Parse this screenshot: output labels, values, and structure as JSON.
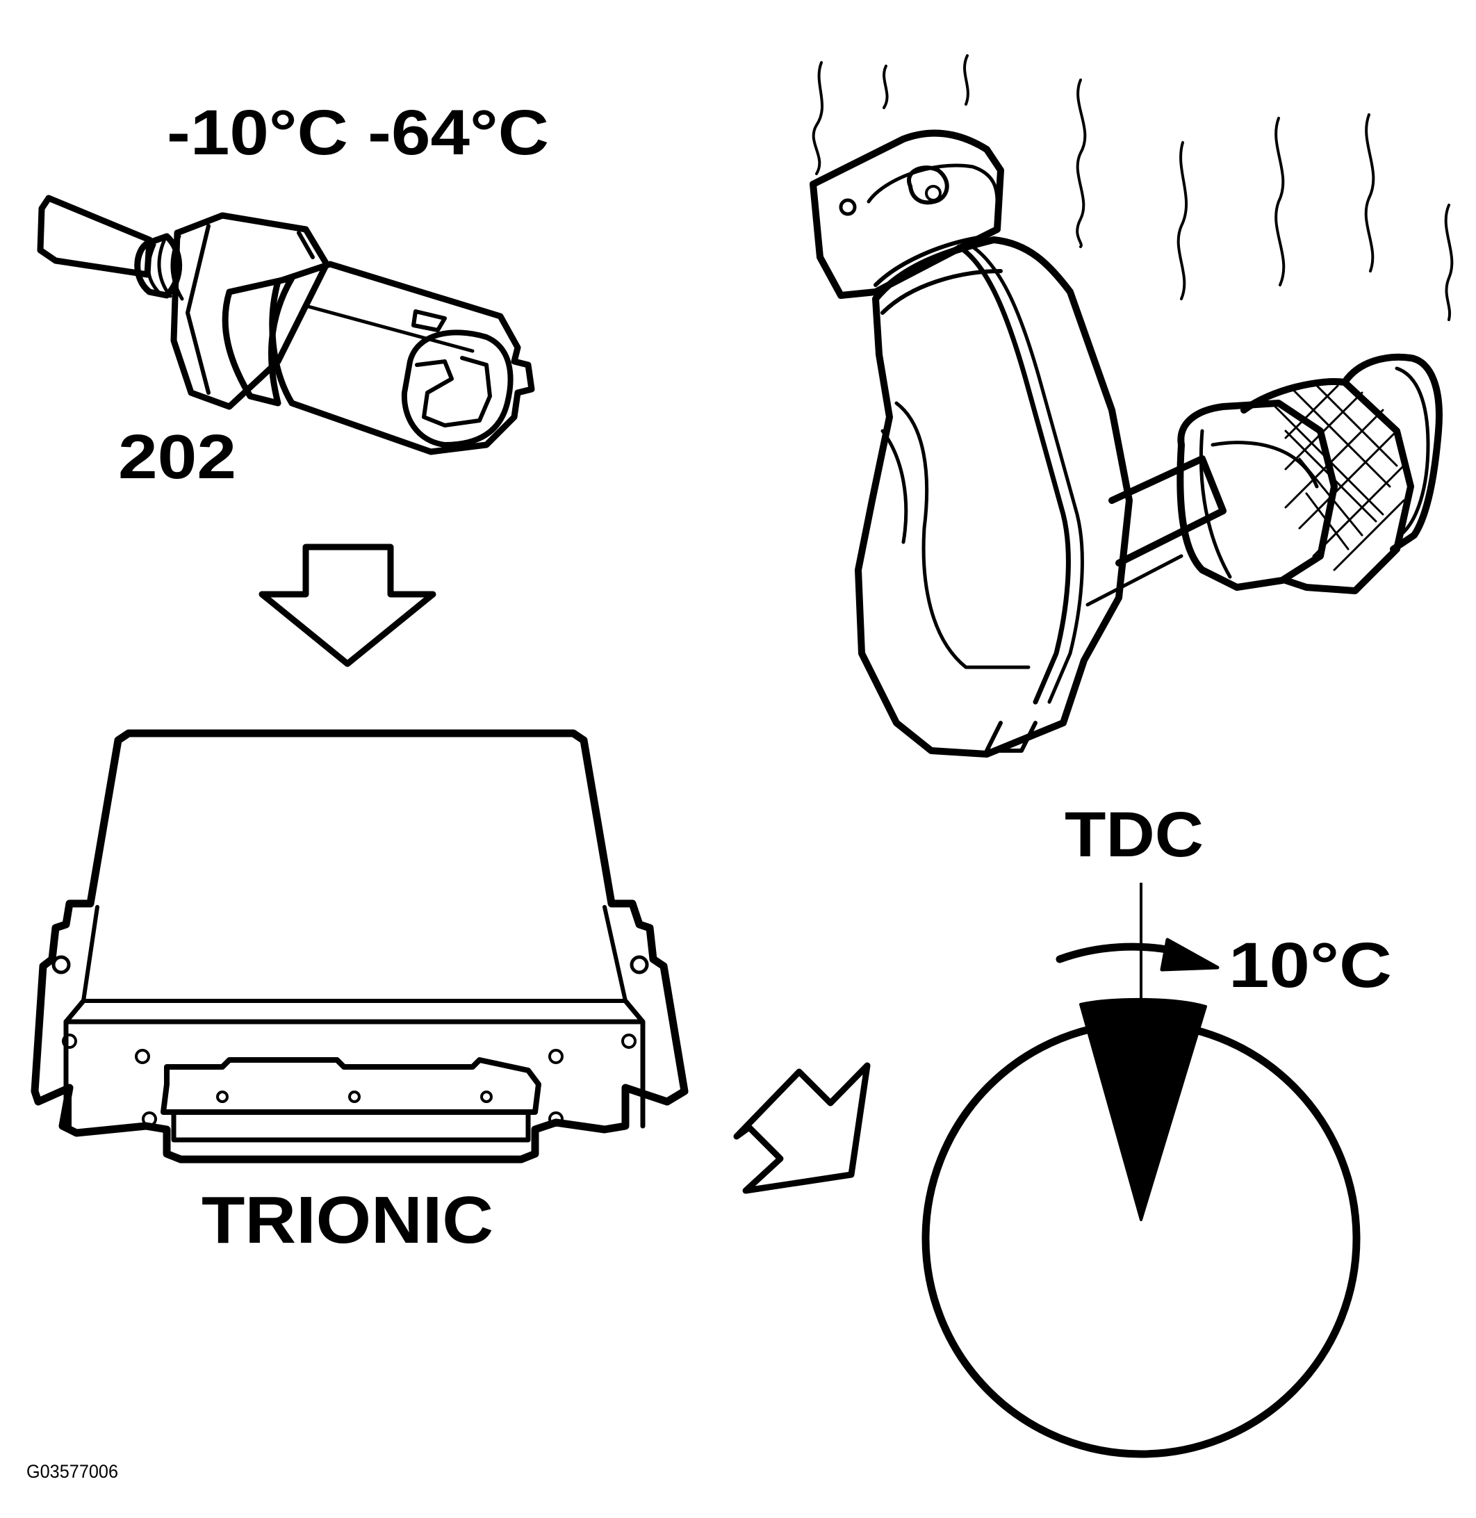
{
  "labels": {
    "temp_range": "-10°C -64°C",
    "sensor_number": "202",
    "ecu_name": "TRIONIC",
    "tdc": "TDC",
    "timing_value": "10°C",
    "figure_code": "G03577006"
  },
  "icons": [
    "temperature-sensor-icon",
    "down-arrow-icon",
    "ecu-control-module-icon",
    "diagonal-arrow-icon",
    "catalytic-converter-icon",
    "heat-waves-icon",
    "timing-dial-icon",
    "rotation-arrow-icon"
  ],
  "colors": {
    "ink": "#000000",
    "paper": "#ffffff"
  }
}
